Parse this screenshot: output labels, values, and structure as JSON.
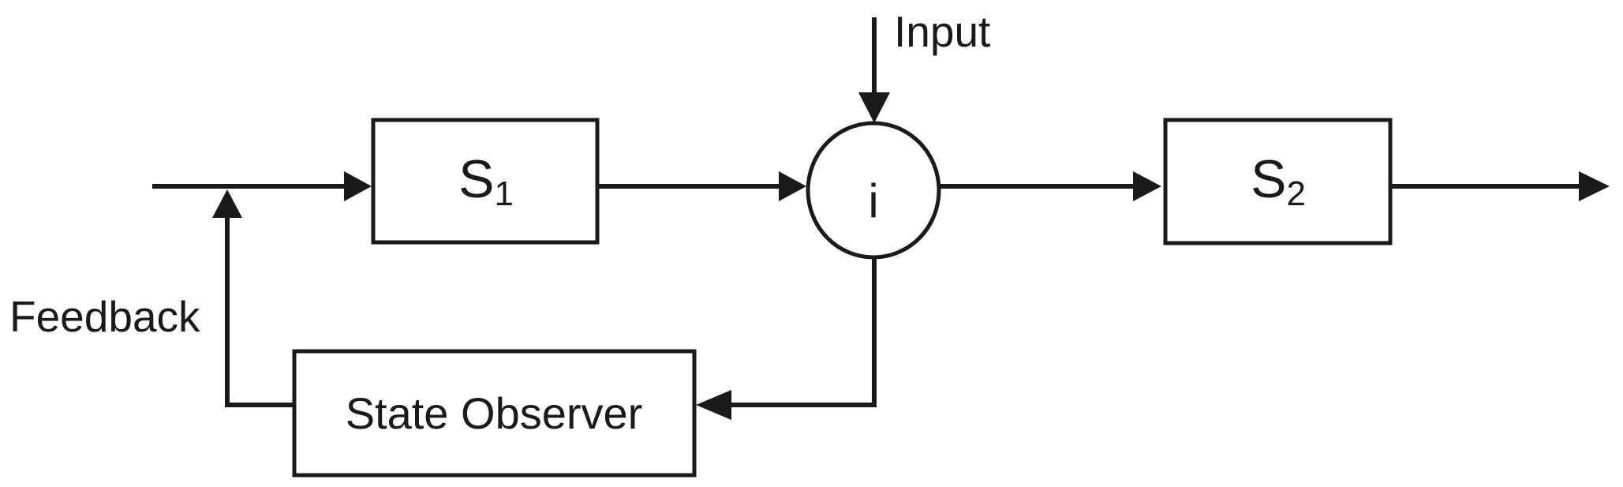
{
  "diagram": {
    "background": "#ffffff",
    "stroke_color": "#1a1a1a",
    "labels": {
      "input": "Input",
      "feedback": "Feedback"
    },
    "nodes": {
      "s1": {
        "label_main": "S",
        "label_sub": "1"
      },
      "summing_junction": {
        "label": "i"
      },
      "s2": {
        "label_main": "S",
        "label_sub": "2"
      },
      "state_observer": {
        "label": "State Observer"
      }
    }
  }
}
